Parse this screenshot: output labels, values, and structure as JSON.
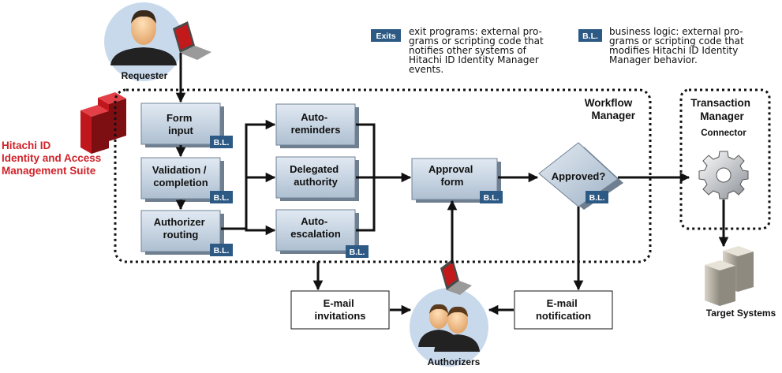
{
  "legend": {
    "exits": {
      "badge": "Exits",
      "lines": [
        "exit programs: external pro-",
        "grams or scripting code that",
        "notifies other systems of",
        "Hitachi ID Identity Manager",
        "events."
      ]
    },
    "bl": {
      "badge": "B.L.",
      "lines": [
        "business logic: external pro-",
        "grams or scripting code that",
        "modifies Hitachi ID Identity",
        "Manager behavior."
      ]
    }
  },
  "actors": {
    "requester": "Requester",
    "authorizers": "Authorizers"
  },
  "suite_label": [
    "Hitachi ID",
    "Identity and Access",
    "Management Suite"
  ],
  "workflow": {
    "title": [
      "Workflow",
      "Manager"
    ],
    "steps": {
      "form_input": [
        "Form",
        "input"
      ],
      "validation": [
        "Validation /",
        "completion"
      ],
      "authorizer_routing": [
        "Authorizer",
        "routing"
      ],
      "auto_reminders": [
        "Auto-",
        "reminders"
      ],
      "delegated_authority": [
        "Delegated",
        "authority"
      ],
      "auto_escalation": [
        "Auto-",
        "escalation"
      ],
      "approval_form": [
        "Approval",
        "form"
      ],
      "approved": "Approved?"
    },
    "bl_badge": "B.L."
  },
  "transaction": {
    "title": [
      "Transaction",
      "Manager"
    ],
    "connector": "Connector"
  },
  "target_systems": "Target Systems",
  "email": {
    "invitations": [
      "E-mail",
      "invitations"
    ],
    "notification": [
      "E-mail",
      "notification"
    ]
  },
  "colors": {
    "badge": "#2d5a84",
    "box_top": "#dde6f0",
    "box_bottom": "#a9bccf",
    "suite_red": "#d0232a",
    "server_red": "#c0171d"
  }
}
